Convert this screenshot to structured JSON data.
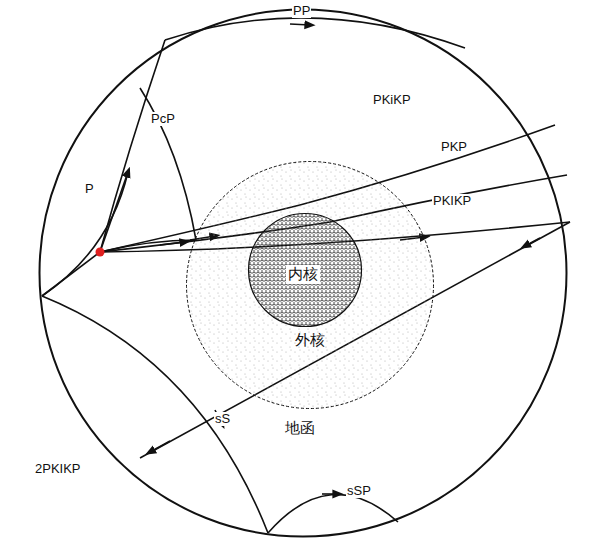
{
  "diagram": {
    "nodes": [
      {
        "text": [
          "地函"
        ]
      },
      {
        "text": [
          "外核"
        ],
        "in": 0
      },
      {
        "text": [
          "内核"
        ],
        "in": 1
      }
    ],
    "labels": [
      "PP",
      "PcP",
      "P",
      "PKiKP",
      "PKP",
      "PKIKP",
      "sS",
      "2PKIKP",
      "sSP"
    ]
  }
}
